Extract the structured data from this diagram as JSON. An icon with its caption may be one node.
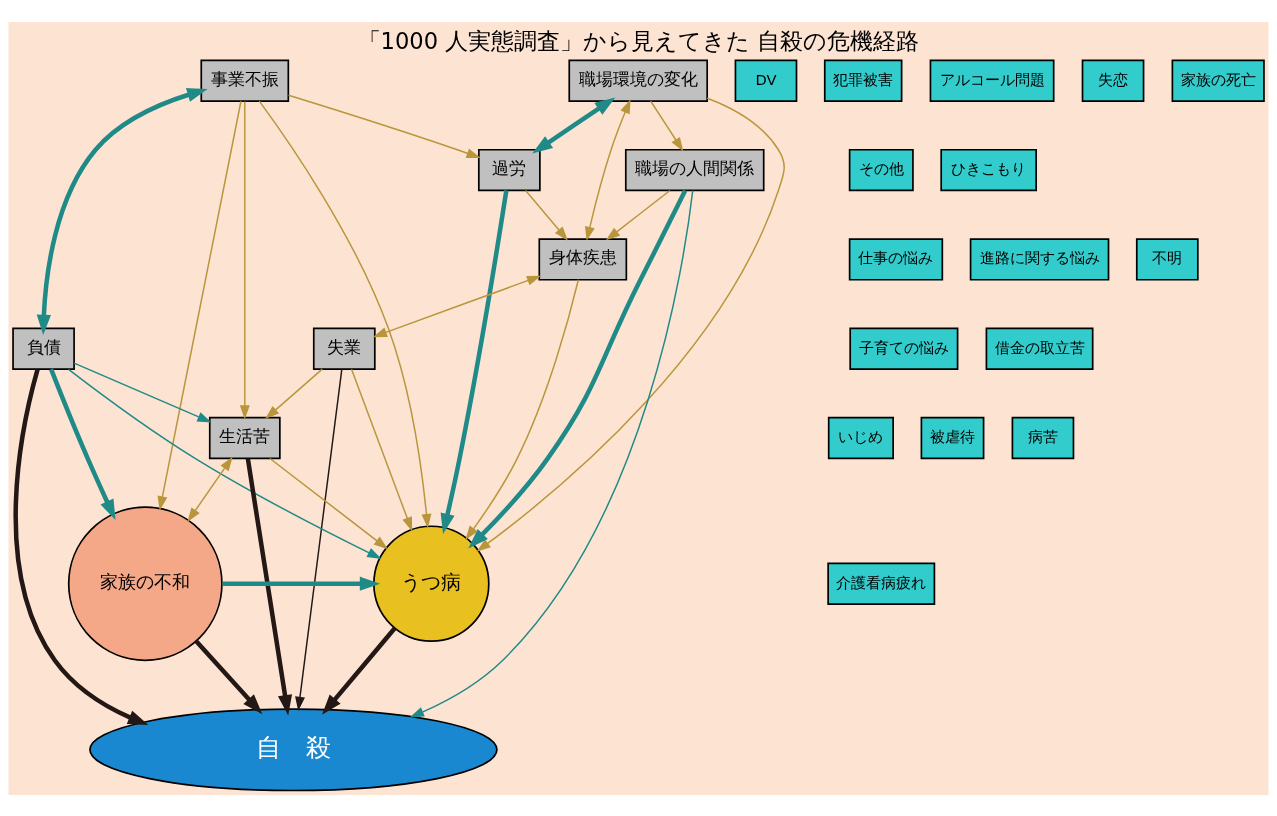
{
  "diagram": {
    "title": "「1000 人実態調査」から見えてきた 自殺の危機経路",
    "nodes": [
      {
        "text": [
          "職場環境の変化"
        ]
      },
      {
        "text": [
          "DV"
        ]
      },
      {
        "text": [
          "犯罪被害"
        ]
      },
      {
        "text": [
          "アルコール問題"
        ]
      },
      {
        "text": [
          "職場の人間関係"
        ]
      },
      {
        "text": [
          "過労"
        ]
      },
      {
        "text": [
          "事業不振"
        ]
      },
      {
        "text": [
          "仕事の悩み"
        ]
      },
      {
        "text": [
          "いじめ"
        ]
      },
      {
        "text": [
          "身体疾患"
        ]
      },
      {
        "text": [
          "失業"
        ]
      },
      {
        "text": [
          "失恋"
        ]
      },
      {
        "text": [
          "その他"
        ]
      },
      {
        "text": [
          "進路に関する悩み"
        ]
      },
      {
        "text": [
          "負債"
        ]
      },
      {
        "text": [
          "子育ての悩み"
        ]
      },
      {
        "text": [
          "被虐待"
        ]
      },
      {
        "text": [
          "家族の死亡"
        ]
      },
      {
        "text": [
          "ひきこもり"
        ]
      },
      {
        "text": [
          "不明"
        ]
      },
      {
        "text": [
          "生活苦"
        ]
      },
      {
        "text": [
          "借金の取立苦"
        ]
      },
      {
        "text": [
          "病苦"
        ]
      },
      {
        "text": [
          "介護看病疲れ"
        ]
      },
      {
        "text": [
          "うつ病"
        ]
      },
      {
        "text": [
          "家族の不和"
        ]
      },
      {
        "text": [
          "自　殺"
        ]
      }
    ],
    "edges": [
      {
        "from": 0,
        "to": 4,
        "arrow": "to"
      },
      {
        "from": 0,
        "to": 9,
        "arrow": "both"
      },
      {
        "from": 0,
        "to": 24,
        "arrow": "to"
      },
      {
        "from": 0,
        "to": 5,
        "arrow": "both",
        "style": "thick",
        "color": "#1f8a87"
      },
      {
        "from": 4,
        "to": 9,
        "arrow": "to"
      },
      {
        "from": 4,
        "to": 24,
        "arrow": "to",
        "style": "thick",
        "color": "#1f8a87"
      },
      {
        "from": 4,
        "to": 26,
        "arrow": "to",
        "color": "#1f8a87"
      },
      {
        "from": 5,
        "to": 9,
        "arrow": "to"
      },
      {
        "from": 5,
        "to": 24,
        "arrow": "to",
        "style": "thick",
        "color": "#1f8a87"
      },
      {
        "from": 6,
        "to": 5,
        "arrow": "to"
      },
      {
        "from": 6,
        "to": 24,
        "arrow": "to"
      },
      {
        "from": 6,
        "to": 20,
        "arrow": "to"
      },
      {
        "from": 6,
        "to": 25,
        "arrow": "to"
      },
      {
        "from": 6,
        "to": 14,
        "arrow": "both",
        "style": "thick",
        "color": "#1f8a87"
      },
      {
        "from": 9,
        "to": 10,
        "arrow": "both"
      },
      {
        "from": 9,
        "to": 24,
        "arrow": "to"
      },
      {
        "from": 10,
        "to": 20,
        "arrow": "to"
      },
      {
        "from": 10,
        "to": 24,
        "arrow": "to"
      },
      {
        "from": 10,
        "to": 26,
        "arrow": "to",
        "color": "#231815"
      },
      {
        "from": 14,
        "to": 24,
        "arrow": "to",
        "color": "#1f8a87"
      },
      {
        "from": 14,
        "to": 20,
        "arrow": "to",
        "color": "#1f8a87"
      },
      {
        "from": 14,
        "to": 25,
        "arrow": "to",
        "style": "thick",
        "color": "#1f8a87"
      },
      {
        "from": 14,
        "to": 26,
        "arrow": "to",
        "style": "thick",
        "color": "#231815"
      },
      {
        "from": 20,
        "to": 24,
        "arrow": "to"
      },
      {
        "from": 20,
        "to": 26,
        "arrow": "to",
        "style": "thick",
        "color": "#231815"
      },
      {
        "from": 25,
        "to": 20,
        "arrow": "both"
      },
      {
        "from": 25,
        "to": 24,
        "arrow": "to",
        "style": "thick",
        "color": "#1f8a87"
      },
      {
        "from": 24,
        "to": 26,
        "arrow": "to",
        "style": "thick",
        "color": "#231815"
      },
      {
        "from": 25,
        "to": 26,
        "arrow": "to",
        "style": "thick",
        "color": "#231815"
      }
    ]
  }
}
